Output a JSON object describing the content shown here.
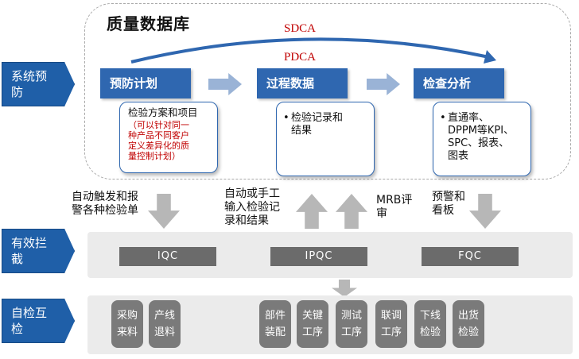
{
  "database": {
    "title": "质量数据库",
    "sdca": "SDCA",
    "pdca": "PDCA"
  },
  "rows": {
    "prevention": {
      "line1": "系统预",
      "line2": "防"
    },
    "intercept": {
      "line1": "有效拦",
      "line2": "截"
    },
    "selfcheck": {
      "line1": "自检互",
      "line2": "检"
    }
  },
  "stages": [
    {
      "title": "预防计划"
    },
    {
      "title": "过程数据"
    },
    {
      "title": "检查分析"
    }
  ],
  "cards": {
    "plan": {
      "main": "检验方案和项目",
      "note": [
        "（可以针对同一",
        "种产品不同客户",
        "定义差异化的质",
        "量控制计划）"
      ]
    },
    "process": {
      "bullet": "•",
      "lines": [
        "检验记录和",
        "结果"
      ]
    },
    "analysis": {
      "bullet": "•",
      "lines": [
        "直通率、",
        "DPPM等KPI、",
        "SPC、报表、",
        "图表"
      ]
    }
  },
  "annotations": {
    "auto_trigger": [
      "自动触发和报",
      "警各种检验单"
    ],
    "auto_input": [
      "自动或手工",
      "输入检验记",
      "录和结果"
    ],
    "mrb": [
      "MRB评",
      "审"
    ],
    "warning": [
      "预警和",
      "看板"
    ]
  },
  "qc": [
    "IQC",
    "IPQC",
    "FQC"
  ],
  "tiles": [
    [
      "采购",
      "来料"
    ],
    [
      "产线",
      "退料"
    ],
    [
      "部件",
      "装配"
    ],
    [
      "关键",
      "工序"
    ],
    [
      "测试",
      "工序"
    ],
    [
      "联调",
      "工序"
    ],
    [
      "下线",
      "检验"
    ],
    [
      "出货",
      "检验"
    ]
  ],
  "colors": {
    "stage_blue": "#2f67b0",
    "row_blue": "#1f5fa8",
    "cycle_red": "#c00000",
    "qc_grey": "#6b6b6b",
    "tile_grey": "#7a7a7a",
    "panel_grey": "#ebebeb",
    "arrow_grey": "#b7b7b7"
  }
}
